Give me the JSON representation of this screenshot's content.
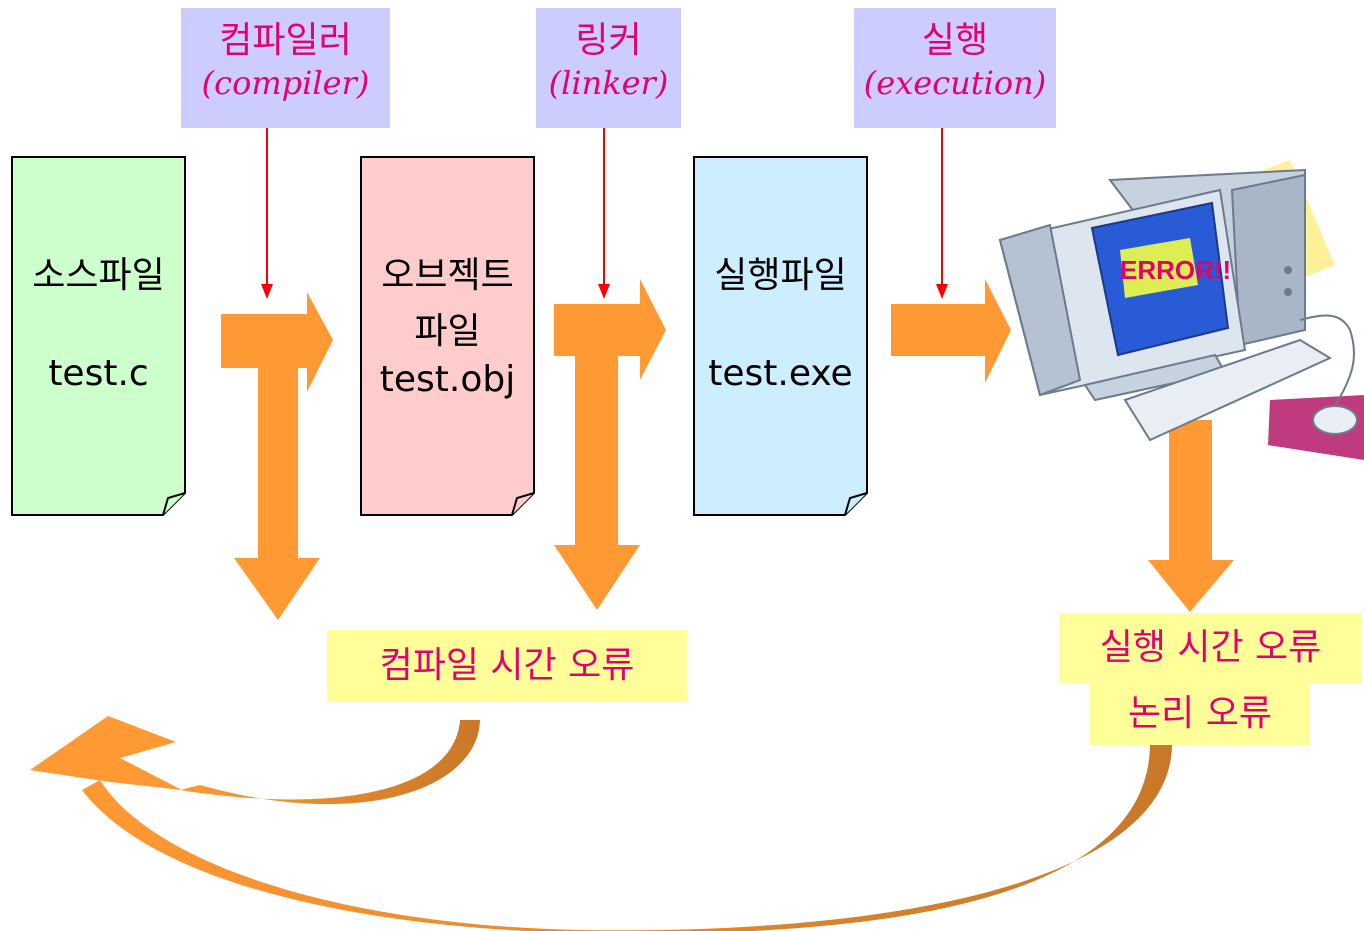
{
  "tools": {
    "compiler": {
      "label_kr": "컴파일러",
      "label_en": "(compiler)"
    },
    "linker": {
      "label_kr": "링커",
      "label_en": "(linker)"
    },
    "execution": {
      "label_kr": "실행",
      "label_en": "(execution)"
    }
  },
  "files": {
    "source": {
      "name": "소스파일",
      "filename": "test.c",
      "color": "#ccffcc"
    },
    "object": {
      "name_line1": "오브젝트",
      "name_line2": "파일",
      "filename": "test.obj",
      "color": "#ffcccc"
    },
    "executable": {
      "name": "실행파일",
      "filename": "test.exe",
      "color": "#cceeff"
    }
  },
  "computer": {
    "screen_text": "ERROR!!"
  },
  "errors": {
    "compile_time": "컴파일 시간 오류",
    "runtime": "실행 시간 오류",
    "logic": "논리 오류"
  },
  "colors": {
    "arrow": "#ff9933",
    "label_bg": "#ccccff",
    "error_bg": "#ffff99",
    "text_accent": "#e4006e",
    "pointer": "#ff0000"
  }
}
